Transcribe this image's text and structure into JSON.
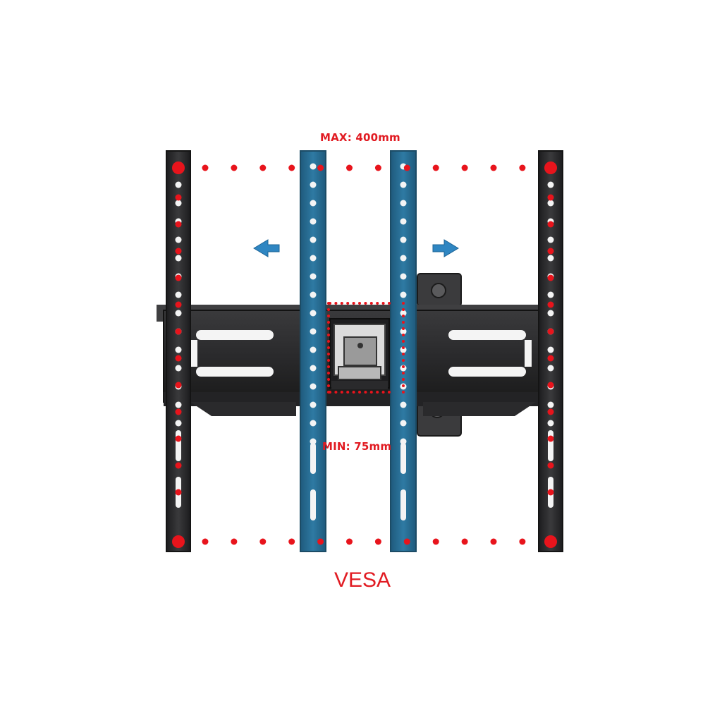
{
  "labels": {
    "max": "MAX: 400mm",
    "min": "MIN: 75mm",
    "standard": "VESA"
  },
  "colors": {
    "label": "#e11b22",
    "dot": "#e8141c",
    "bracket_black": "#2b2b2d",
    "bracket_black_edge": "#141414",
    "bracket_blue": "#2a6a8e",
    "bracket_blue_edge": "#1c4c66",
    "arrow_blue": "#2f86c2",
    "hole": "#f4f4f4"
  },
  "icons": {
    "left_arrow": "arrow-left-icon",
    "right_arrow": "arrow-right-icon"
  }
}
